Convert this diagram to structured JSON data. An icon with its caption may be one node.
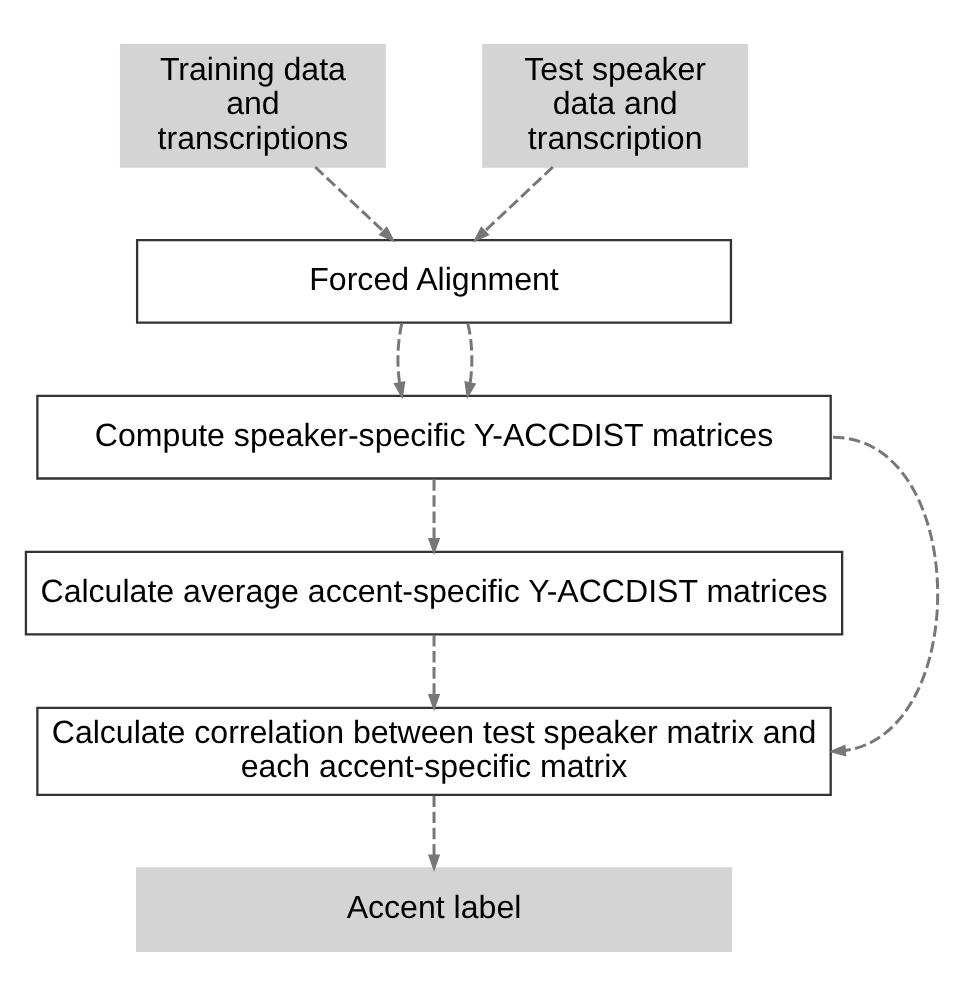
{
  "diagram": {
    "nodes": [
      {
        "text": [
          "Training data and transcriptions"
        ]
      },
      {
        "text": [
          "Test speaker data and transcription"
        ]
      },
      {
        "text": [
          "Forced Alignment"
        ]
      },
      {
        "text": [
          "Compute speaker-specific Y-ACCDIST matrices"
        ]
      },
      {
        "text": [
          "Calculate average accent-specific Y-ACCDIST matrices"
        ]
      },
      {
        "text": [
          "Calculate correlation between test speaker matrix and each accent-specific matrix"
        ]
      },
      {
        "text": [
          "Accent label"
        ]
      }
    ],
    "edges": [
      {
        "from": 0,
        "to": 2,
        "arrow": "to",
        "style": "dashed"
      },
      {
        "from": 1,
        "to": 2,
        "arrow": "to",
        "style": "dashed"
      },
      {
        "from": 2,
        "to": 3,
        "arrow": "to",
        "style": "dashed"
      },
      {
        "from": 2,
        "to": 3,
        "arrow": "to",
        "style": "dashed"
      },
      {
        "from": 3,
        "to": 4,
        "arrow": "to",
        "style": "dashed"
      },
      {
        "from": 3,
        "to": 5,
        "arrow": "to",
        "style": "dashed"
      },
      {
        "from": 4,
        "to": 5,
        "arrow": "to",
        "style": "dashed"
      },
      {
        "from": 5,
        "to": 6,
        "arrow": "to",
        "style": "dashed"
      }
    ]
  }
}
